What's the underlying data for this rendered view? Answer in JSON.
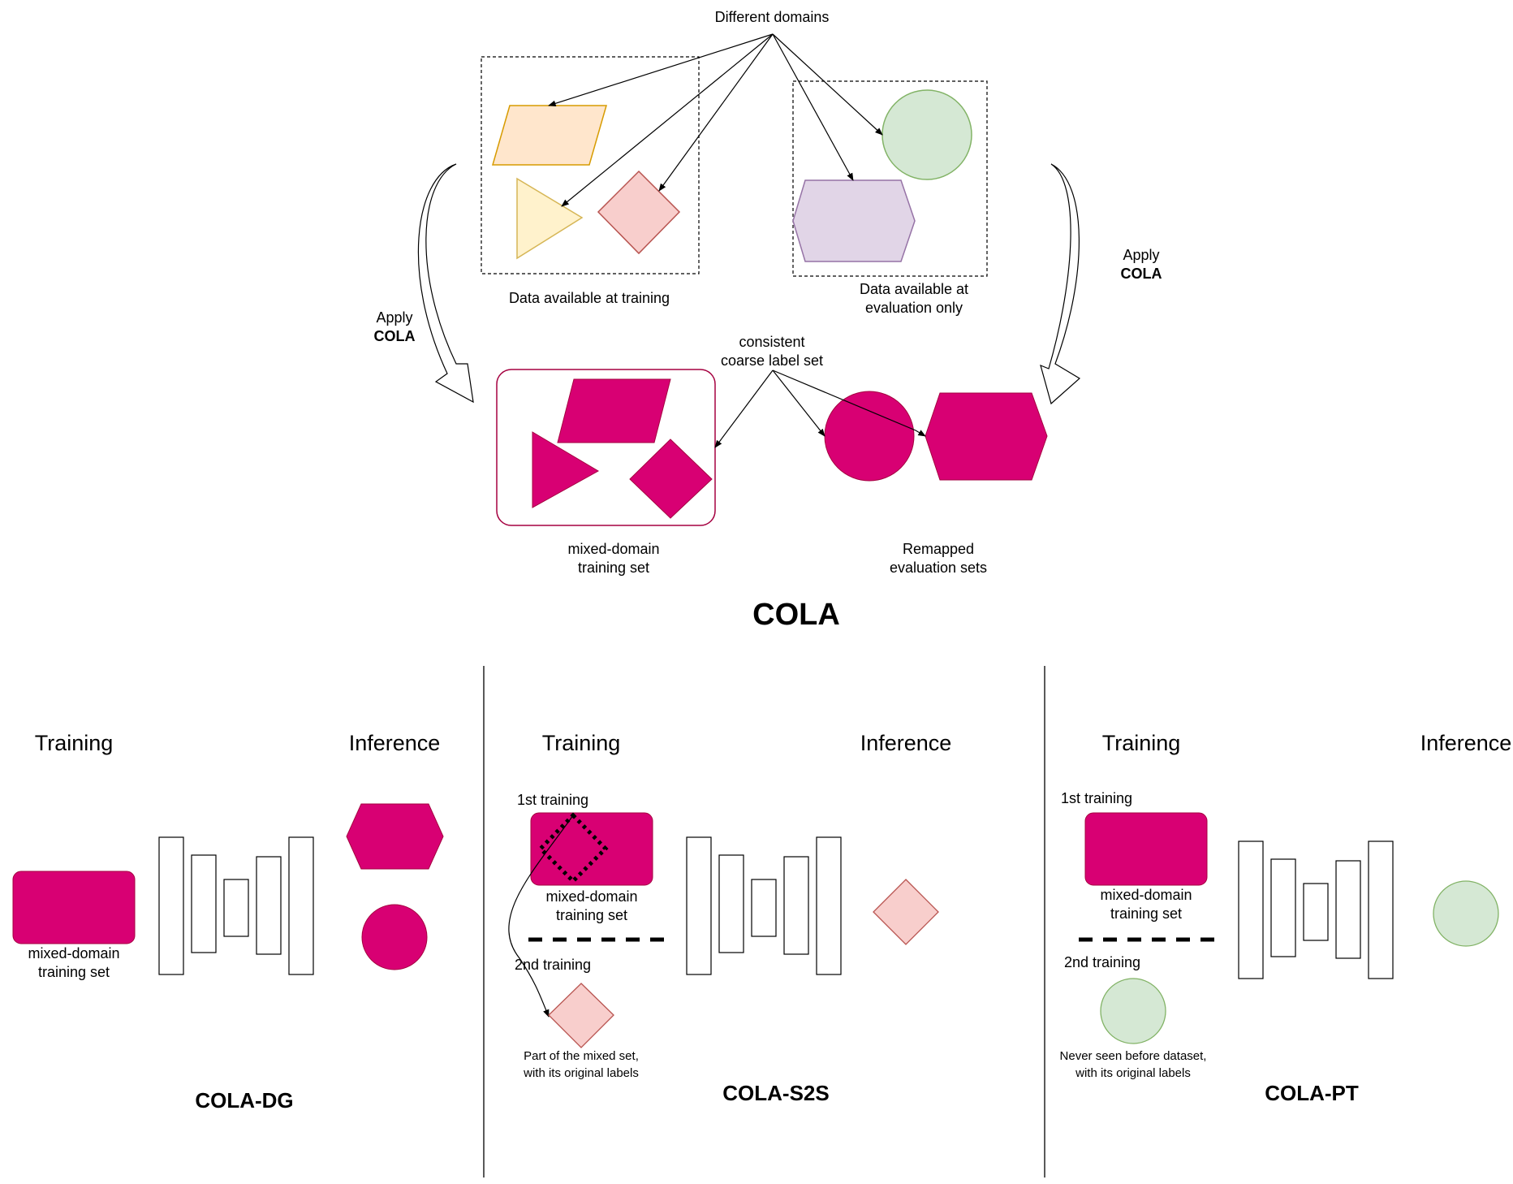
{
  "colors": {
    "magenta": "#d80073",
    "magenta_border": "#a50040",
    "orange_fill": "#ffe6cc",
    "orange_stroke": "#d79b00",
    "yellow_fill": "#fff2cc",
    "yellow_stroke": "#d6b656",
    "pink_fill": "#f8cecc",
    "pink_stroke": "#b85450",
    "green_fill": "#d5e8d4",
    "green_stroke": "#82b366",
    "purple_fill": "#e1d5e7",
    "purple_stroke": "#9673a6"
  },
  "top": {
    "different_domains": "Different domains",
    "training_box_label": "Data available at training",
    "eval_box_label_line1": "Data available at",
    "eval_box_label_line2": "evaluation only",
    "apply_left": "Apply",
    "apply_left_bold": "COLA",
    "apply_right": "Apply",
    "apply_right_bold": "COLA",
    "coarse_line1": "consistent",
    "coarse_line2": "coarse label set",
    "mixed_line1": "mixed-domain",
    "mixed_line2": "training set",
    "remapped_line1": "Remapped",
    "remapped_line2": "evaluation sets",
    "title": "COLA"
  },
  "panel_dg": {
    "training": "Training",
    "inference": "Inference",
    "mixed_line1": "mixed-domain",
    "mixed_line2": "training set",
    "name": "COLA-DG"
  },
  "panel_s2s": {
    "training": "Training",
    "inference": "Inference",
    "first": "1st training",
    "mixed_line1": "mixed-domain",
    "mixed_line2": "training set",
    "second": "2nd training",
    "note_line1": "Part of the mixed set,",
    "note_line2": "with its original labels",
    "name": "COLA-S2S"
  },
  "panel_pt": {
    "training": "Training",
    "inference": "Inference",
    "first": "1st training",
    "mixed_line1": "mixed-domain",
    "mixed_line2": "training set",
    "second": "2nd training",
    "note_line1": "Never seen before dataset,",
    "note_line2": "with its original labels",
    "name": "COLA-PT"
  }
}
